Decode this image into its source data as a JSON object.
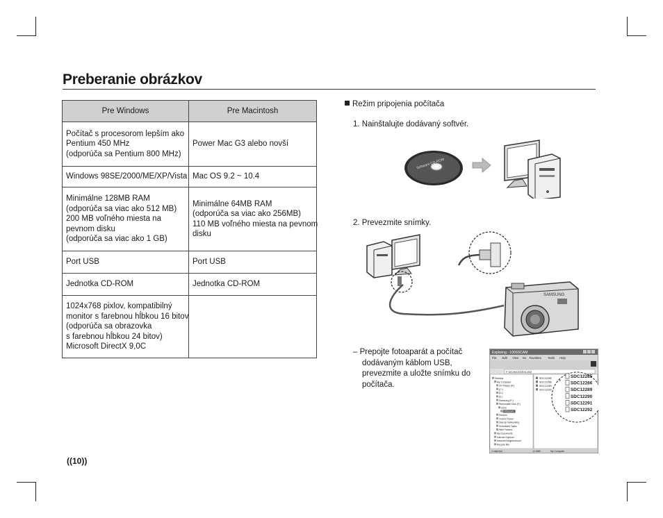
{
  "page": {
    "title": "Preberanie obrázkov",
    "page_number": "10"
  },
  "requirements_table": {
    "headers": [
      "Pre Windows",
      "Pre Macintosh"
    ],
    "rows": [
      {
        "windows": [
          "Počítač s procesorom lepším ako",
          "Pentium 450 MHz",
          "(odporúča sa Pentium 800 MHz)"
        ],
        "mac": [
          "Power Mac G3 alebo novší"
        ]
      },
      {
        "windows": [
          "Windows 98SE/2000/ME/XP/Vista"
        ],
        "mac": [
          "Mac OS 9.2 ~ 10.4"
        ]
      },
      {
        "windows": [
          "Minimálne 128MB RAM",
          "(odporúča sa viac ako 512 MB)",
          "200 MB voľného miesta na",
          "pevnom disku",
          "(odporúča sa viac ako 1 GB)"
        ],
        "mac": [
          "Minimálne 64MB RAM",
          "(odporúča sa viac ako 256MB)",
          "110 MB voľného miesta na pevnom",
          "disku"
        ]
      },
      {
        "windows": [
          "Port USB"
        ],
        "mac": [
          "Port USB"
        ]
      },
      {
        "windows": [
          "Jednotka CD-ROM"
        ],
        "mac": [
          "Jednotka CD-ROM"
        ]
      },
      {
        "windows": [
          "1024x768 pixlov, kompatibilný",
          "monitor s farebnou hĺbkou 16 bitov",
          "(odporúča sa obrazovka",
          "s farebnou hĺbkou 24 bitov)",
          "Microsoft DirectX 9,0C"
        ],
        "mac": []
      }
    ]
  },
  "connection": {
    "heading": "Režim pripojenia počítača",
    "step1": "1. Nainštalujte dodávaný softvér.",
    "step2": "2. Prevezmite snímky.",
    "note": [
      "– Prepojte fotoaparát a počítač",
      "dodávaným káblom USB,",
      "prevezmite a uložte snímku do",
      "počítača."
    ],
    "cd_label": "Software CD-ROM",
    "camera_brand": "SAMSUNG",
    "explorer": {
      "title": "Exploring - 100SSCAM",
      "menu": [
        "File",
        "Edit",
        "View",
        "Go",
        "Favorites",
        "Tools",
        "Help"
      ],
      "address": "F:\\DCIM\\100SSCAM",
      "folders": [
        "Desktop",
        "My Computer",
        "3½ Floppy (A:)",
        "(C:)",
        "(D:)",
        "(E:)",
        "Samsung (E:)",
        "Removable Disk (F:)",
        "Dcim",
        "100sscam",
        "Printers",
        "Control Panel",
        "Dial-Up Networking",
        "Scheduled Tasks",
        "Web Folders",
        "My Documents",
        "Internet Explorer",
        "Network Neighborhood",
        "Recycle Bin"
      ],
      "files": [
        "SDC12285",
        "SDC12286",
        "SDC12289",
        "SDC12290"
      ],
      "zoom_files": [
        "SDC12285",
        "SDC12286",
        "SDC12289",
        "SDC12290",
        "SDC12291",
        "SDC12292"
      ],
      "status": [
        "4 object(s)",
        "14.3MB",
        "My Computer"
      ]
    }
  }
}
